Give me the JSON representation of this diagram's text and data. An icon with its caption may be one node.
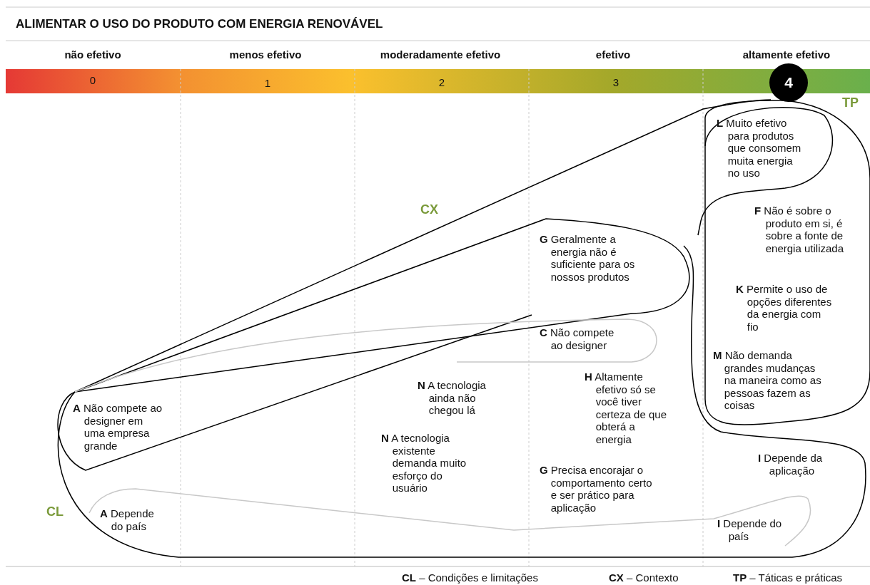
{
  "diagram": {
    "title": "ALIMENTAR O USO DO PRODUTO COM ENERGIA RENOVÁVEL",
    "nodes": [
      {
        "text": [
          "4"
        ]
      }
    ],
    "labels": [
      "não efetivo",
      "menos efetivo",
      "moderadamente efetivo",
      "efetivo",
      "altamente efetivo",
      "0",
      "1",
      "2",
      "3",
      "TP",
      "**L** Muito efetivo para produtos que consomem muita energia no uso",
      "CX",
      "**G** Geralmente a energia não é suficiente para os nossos produtos",
      "**F** Não é sobre o produto em si, é sobre a fonte de energia utilizada",
      "**K** Permite o uso de opções diferentes da energia com fio",
      "**C** Não compete ao designer",
      "**M** Não demanda grandes mudanças na maneira como as pessoas fazem as coisas",
      "**N** A tecnologia ainda não chegou lá",
      "**H** Altamente efetivo só se você tiver certeza de que obterá a energia",
      "**A** Não compete ao designer em uma empresa grande",
      "**N** A tecnologia existente demanda muito esforço do usuário",
      "**I** Depende da aplicação",
      "**G** Precisa encorajar o comportamento certo e ser prático para aplicação",
      "CL",
      "**A** Depende do país",
      "**I** Depende do país",
      "**CL** – Condições e limitações",
      "**CX** – Contexto",
      "**TP** – Táticas e práticas"
    ]
  }
}
